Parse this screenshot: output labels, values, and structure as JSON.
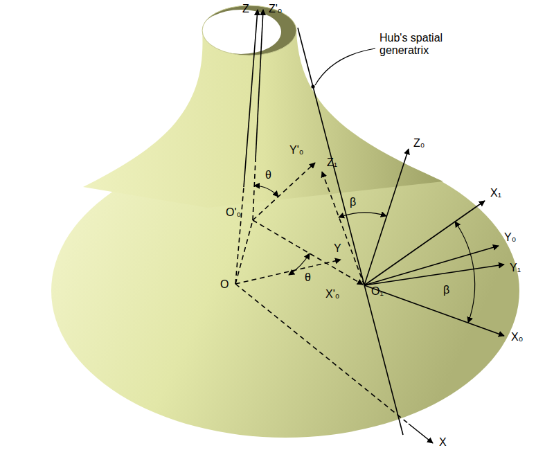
{
  "diagram": {
    "labels": [
      "Z",
      "Z'₀",
      "Hub's spatial generatrix",
      "Y'₀",
      "θ",
      "Z₁",
      "Z₀",
      "X₁",
      "O'₀",
      "Y",
      "β",
      "Y₀",
      "Y₁",
      "β",
      "θ",
      "O",
      "X'₀",
      "O₁",
      "X₀",
      "X"
    ]
  }
}
